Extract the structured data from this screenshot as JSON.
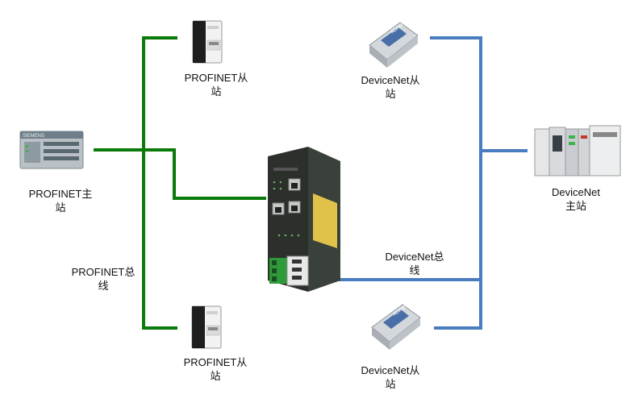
{
  "colors": {
    "profinet_bus": "#0a7a0a",
    "devicenet_bus": "#4a7dc0",
    "gateway_body": "#2b302b",
    "gateway_label": "#e0c24a",
    "terminal_green": "#2f9a3a"
  },
  "labels": {
    "profinet_master_1": "PROFINET主",
    "profinet_master_2": "站",
    "profinet_slave_top_1": "PROFINET从",
    "profinet_slave_top_2": "站",
    "profinet_slave_bottom_1": "PROFINET从",
    "profinet_slave_bottom_2": "站",
    "profinet_bus_1": "PROFINET总",
    "profinet_bus_2": "线",
    "devicenet_slave_top_1": "DeviceNet从",
    "devicenet_slave_top_2": "站",
    "devicenet_slave_bottom_1": "DeviceNet从",
    "devicenet_slave_bottom_2": "站",
    "devicenet_master_1": "DeviceNet",
    "devicenet_master_2": "主站",
    "devicenet_bus_1": "DeviceNet总",
    "devicenet_bus_2": "线"
  },
  "devices": {
    "adam_brand": "ADAM",
    "plc_brand": "SIEMENS"
  }
}
